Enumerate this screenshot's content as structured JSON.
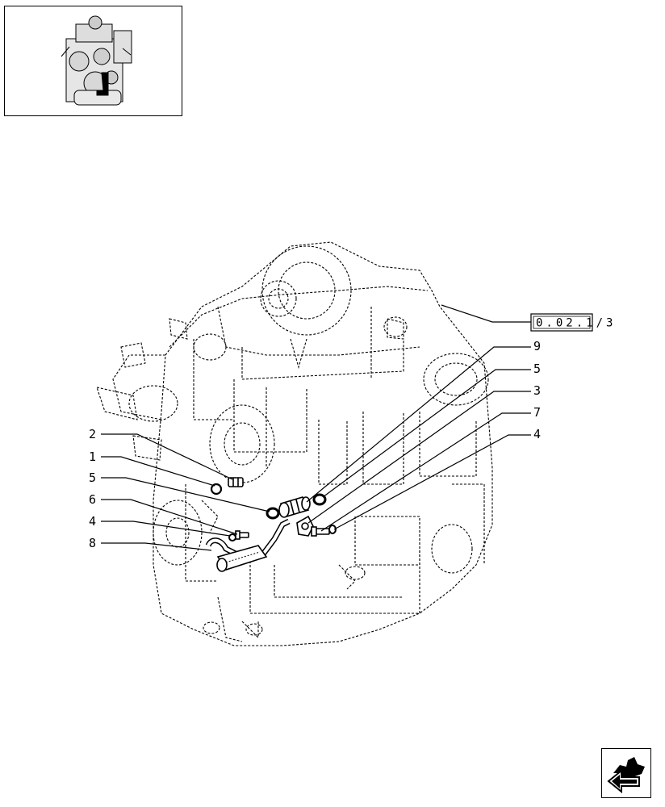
{
  "reference_box": {
    "label": "0.02.1/3"
  },
  "callouts_right": [
    "9",
    "5",
    "3",
    "7",
    "4"
  ],
  "callouts_left": [
    "2",
    "1",
    "5",
    "6",
    "4",
    "8"
  ],
  "colors": {
    "line": "#000000",
    "background": "#ffffff"
  },
  "icons": {
    "thumbnail": "engine-thumbnail-icon",
    "navigation": "next-page-arrow-icon"
  }
}
